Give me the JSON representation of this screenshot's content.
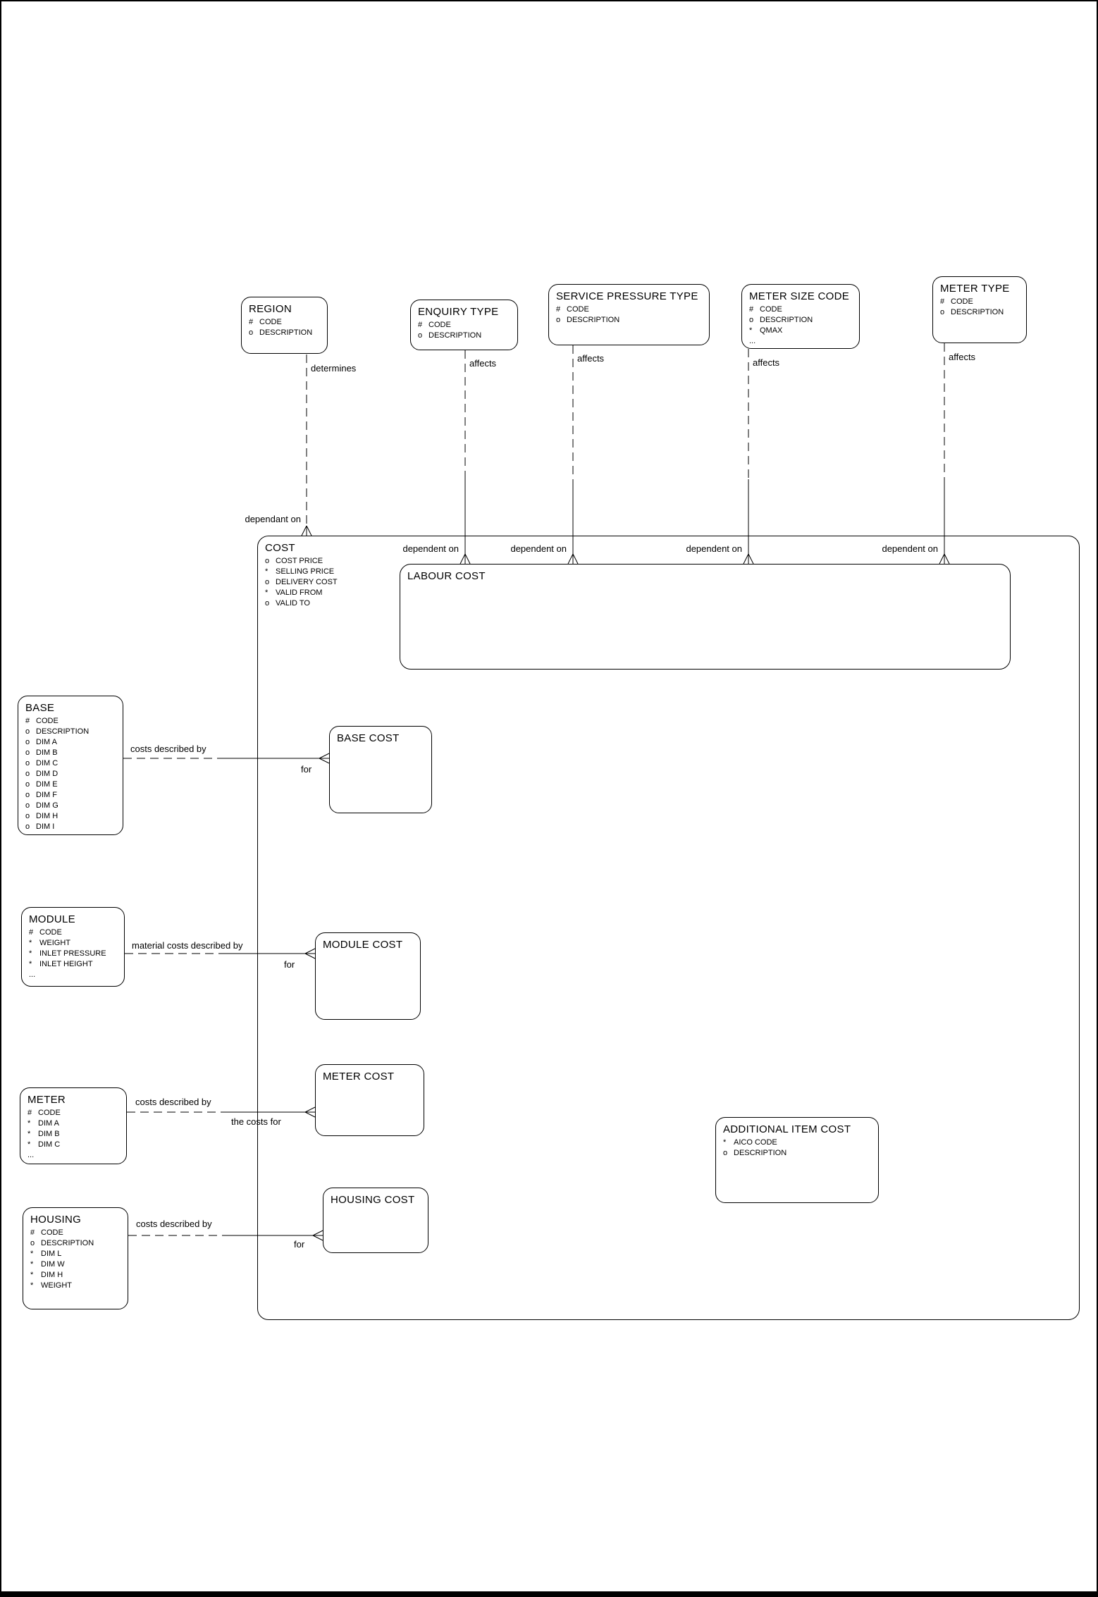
{
  "diagram": {
    "kind": "entity-relationship-diagram",
    "background": "#ffffff",
    "line_color": "#000000",
    "text_color": "#000000"
  },
  "entities": {
    "region": {
      "title": "REGION",
      "attributes": [
        "# CODE",
        "o DESCRIPTION"
      ]
    },
    "enquiry_type": {
      "title": "ENQUIRY TYPE",
      "attributes": [
        "# CODE",
        "o DESCRIPTION"
      ]
    },
    "service_pressure_type": {
      "title": "SERVICE PRESSURE TYPE",
      "attributes": [
        "# CODE",
        "o DESCRIPTION"
      ]
    },
    "meter_size_code": {
      "title": "METER SIZE CODE",
      "attributes": [
        "# CODE",
        "o DESCRIPTION",
        "* QMAX",
        "..."
      ]
    },
    "meter_type": {
      "title": "METER TYPE",
      "attributes": [
        "# CODE",
        "o DESCRIPTION"
      ]
    },
    "cost": {
      "title": "COST",
      "attributes": [
        "o COST PRICE",
        "* SELLING PRICE",
        "o DELIVERY COST",
        "* VALID FROM",
        "o VALID TO"
      ]
    },
    "labour_cost": {
      "title": "LABOUR COST",
      "attributes": []
    },
    "base": {
      "title": "BASE",
      "attributes": [
        "# CODE",
        "o DESCRIPTION",
        "o DIM A",
        "o DIM B",
        "o DIM C",
        "o DIM D",
        "o DIM E",
        "o DIM F",
        "o DIM G",
        "o DIM H",
        "o DIM I"
      ]
    },
    "base_cost": {
      "title": "BASE COST",
      "attributes": []
    },
    "module": {
      "title": "MODULE",
      "attributes": [
        "# CODE",
        "* WEIGHT",
        "* INLET PRESSURE",
        "* INLET HEIGHT",
        "..."
      ]
    },
    "module_cost": {
      "title": "MODULE COST",
      "attributes": []
    },
    "meter": {
      "title": "METER",
      "attributes": [
        "# CODE",
        "* DIM A",
        "* DIM B",
        "* DIM C",
        "..."
      ]
    },
    "meter_cost": {
      "title": "METER COST",
      "attributes": []
    },
    "housing": {
      "title": "HOUSING",
      "attributes": [
        "# CODE",
        "o DESCRIPTION",
        "* DIM L",
        "* DIM W",
        "* DIM H",
        "* WEIGHT"
      ]
    },
    "housing_cost": {
      "title": "HOUSING COST",
      "attributes": []
    },
    "additional_item_cost": {
      "title": "ADDITIONAL ITEM COST",
      "attributes": [
        "* AICO CODE",
        "o DESCRIPTION"
      ]
    }
  },
  "labels": {
    "determines": "determines",
    "dependant_on": "dependant on",
    "affects": "affects",
    "dependent_on": "dependent on",
    "costs_described_by": "costs described by",
    "material_costs_described_by": "material costs described by",
    "the_costs_for": "the costs for",
    "for": "for"
  }
}
